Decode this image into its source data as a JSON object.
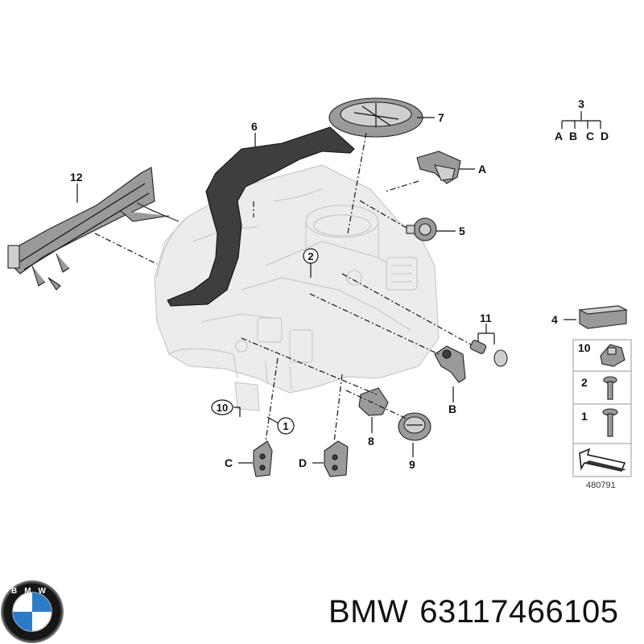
{
  "callouts": {
    "c1": "1",
    "c2": "2",
    "c3": "3",
    "c4": "4",
    "c5": "5",
    "c6": "6",
    "c7": "7",
    "c8": "8",
    "c9": "9",
    "c10": "10",
    "c11": "11",
    "c12": "12",
    "cA": "A",
    "cB": "B",
    "cC": "C",
    "cD": "D"
  },
  "set_breakdown": {
    "parent": "3",
    "items": [
      "A",
      "B",
      "C",
      "D"
    ]
  },
  "legend": {
    "rows": [
      {
        "number": "10",
        "part": "clip-icon"
      },
      {
        "number": "2",
        "part": "screw-icon"
      },
      {
        "number": "1",
        "part": "bolt-icon"
      }
    ]
  },
  "diagram_code": "480791",
  "footer": {
    "brand": "BMW",
    "part_number": "63117466105"
  },
  "logo": {
    "text": "BMW",
    "colors": {
      "blue": "#2b7bc6",
      "ring": "#111111"
    }
  }
}
